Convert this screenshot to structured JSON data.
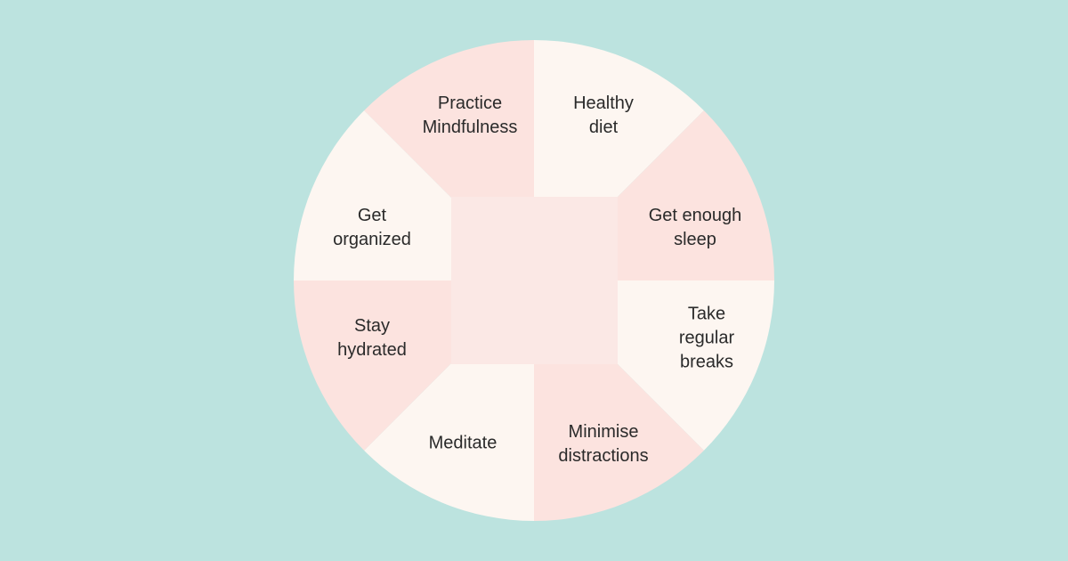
{
  "diagram": {
    "title": "Ways to manage stress",
    "colors": {
      "background": "#bce3df",
      "pink": "#fce3df",
      "cream": "#fdf6f1",
      "center": "#fbe8e5"
    },
    "segments": [
      {
        "line1": "Practice",
        "line2": "Mindfulness",
        "line3": "",
        "fill": "pink"
      },
      {
        "line1": "Healthy",
        "line2": "diet",
        "line3": "",
        "fill": "cream"
      },
      {
        "line1": "Get enough",
        "line2": "sleep",
        "line3": "",
        "fill": "pink"
      },
      {
        "line1": "Take",
        "line2": "regular",
        "line3": "breaks",
        "fill": "cream"
      },
      {
        "line1": "Minimise",
        "line2": "distractions",
        "line3": "",
        "fill": "pink"
      },
      {
        "line1": "Meditate",
        "line2": "",
        "line3": "",
        "fill": "cream"
      },
      {
        "line1": "Stay",
        "line2": "hydrated",
        "line3": "",
        "fill": "pink"
      },
      {
        "line1": "Get",
        "line2": "organized",
        "line3": "",
        "fill": "cream"
      }
    ]
  }
}
